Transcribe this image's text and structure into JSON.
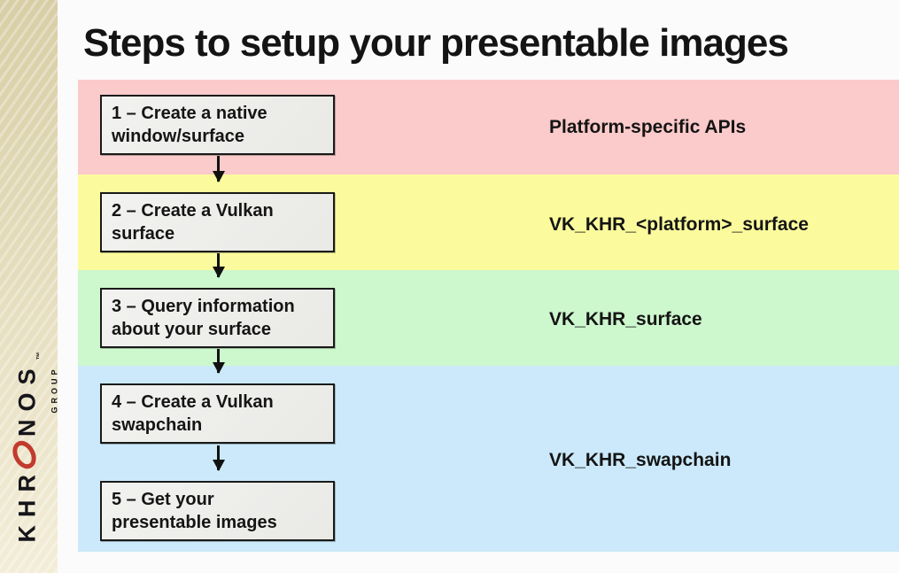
{
  "slide": {
    "title": "Steps to setup your presentable images"
  },
  "logo": {
    "text_khr": "KHR",
    "text_nos": "NOS",
    "group_label": "GROUP",
    "trademark": "™",
    "swoosh_icon": "khronos-red-swoosh-o",
    "swoosh_color": "#c13b2e"
  },
  "flow": {
    "steps": [
      {
        "line1": "1 – Create a native",
        "line2": "window/surface"
      },
      {
        "line1": "2 – Create a Vulkan",
        "line2": "surface"
      },
      {
        "line1": "3 – Query information",
        "line2": "about your surface"
      },
      {
        "line1": "4 – Create a Vulkan",
        "line2": "swapchain"
      },
      {
        "line1": "5 – Get your",
        "line2": "presentable images"
      }
    ]
  },
  "annotations": [
    {
      "text": "Platform-specific APIs",
      "band_color": "#fbcaca"
    },
    {
      "text": "VK_KHR_<platform>_surface",
      "band_color": "#fbfb9d"
    },
    {
      "text": "VK_KHR_surface",
      "band_color": "#cdf7cd"
    },
    {
      "text": "VK_KHR_swapchain",
      "band_color": "#cbe9fa"
    }
  ]
}
